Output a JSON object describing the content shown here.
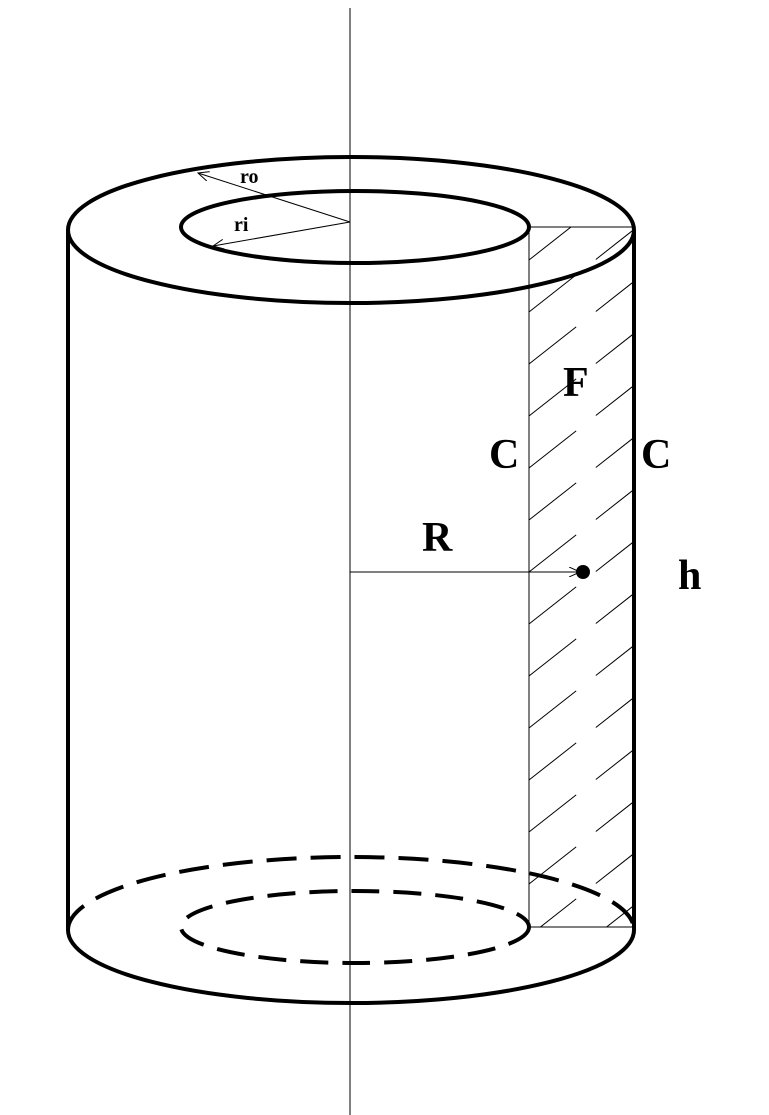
{
  "labels": {
    "ro": "ro",
    "ri": "ri",
    "F": "F",
    "C_inner": "C",
    "C_outer": "C",
    "R": "R",
    "h": "h"
  },
  "colors": {
    "stroke": "#000000",
    "background": "#ffffff"
  }
}
